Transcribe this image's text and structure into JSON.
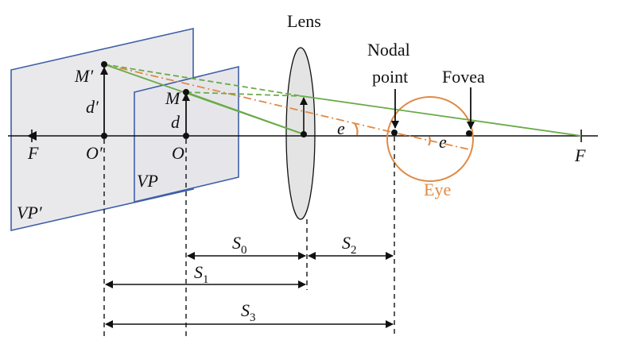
{
  "labels": {
    "lens": "Lens",
    "nodal_point": [
      "Nodal",
      "point"
    ],
    "fovea": "Fovea",
    "eye": "Eye",
    "f_left": "F",
    "f_right": "F",
    "o_prime": "O′",
    "o": "O",
    "m_prime": "M′",
    "m": "M",
    "d_prime": "d′",
    "d": "d",
    "vp": "VP",
    "vp_prime": "VP′",
    "e_outer": "e",
    "e_inner": "e",
    "s0": {
      "base": "S",
      "sub": "0"
    },
    "s1": {
      "base": "S",
      "sub": "1"
    },
    "s2": {
      "base": "S",
      "sub": "2"
    },
    "s3": {
      "base": "S",
      "sub": "3"
    }
  },
  "colors": {
    "plane_fill": "#e9e9ec",
    "plane_stroke": "#3f5fa6",
    "lens_fill": "#e4e4e4",
    "ray_green": "#6aaa48",
    "eye_orange": "#e08a45",
    "axis": "#111111"
  }
}
